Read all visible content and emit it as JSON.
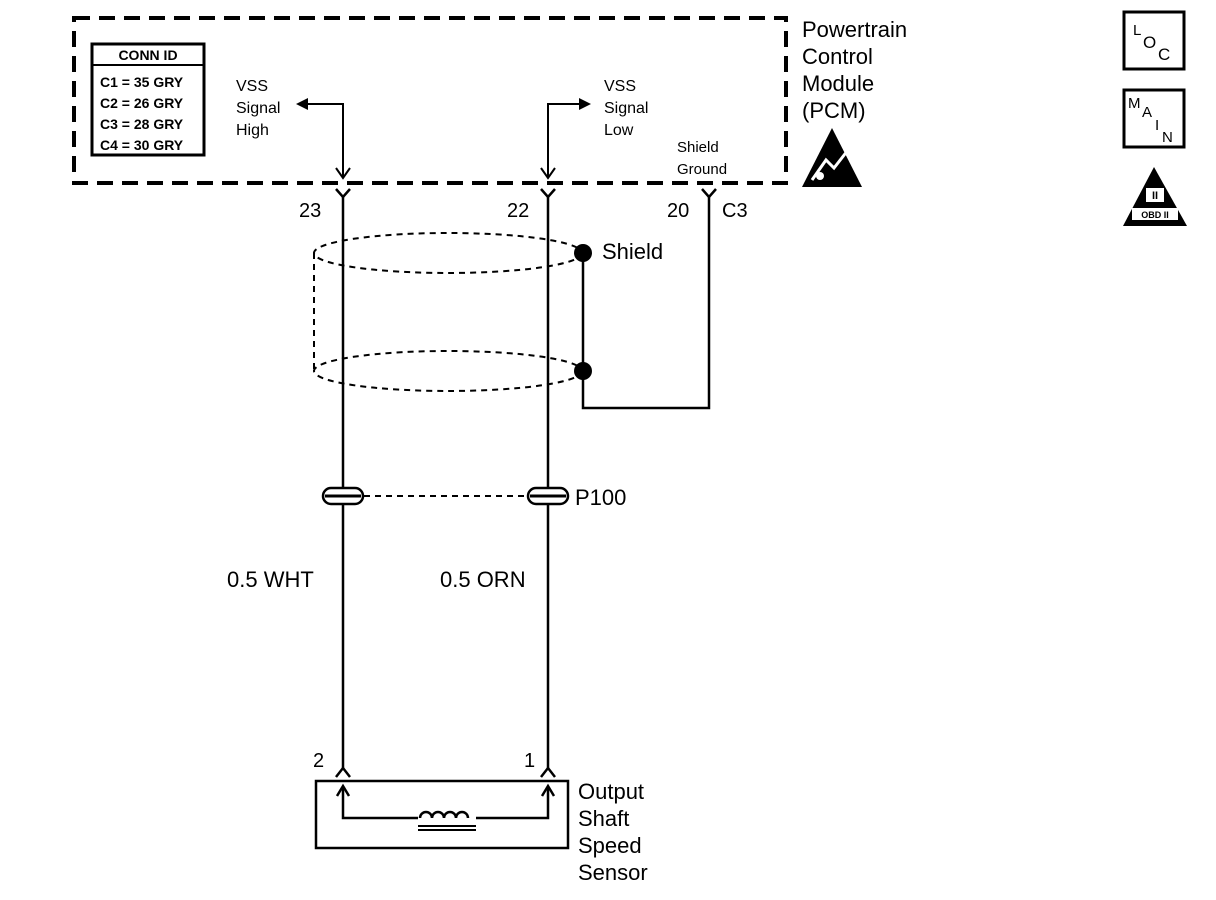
{
  "pcm": {
    "title_lines": [
      "Powertrain",
      "Control",
      "Module",
      "(PCM)"
    ]
  },
  "conn_table": {
    "header": "CONN ID",
    "rows": [
      "C1 = 35 GRY",
      "C2 = 26 GRY",
      "C3 = 28 GRY",
      "C4 = 30 GRY"
    ]
  },
  "signals": {
    "high": [
      "VSS",
      "Signal",
      "High"
    ],
    "low": [
      "VSS",
      "Signal",
      "Low"
    ],
    "ground": [
      "Shield",
      "Ground"
    ]
  },
  "pins": {
    "pin23": "23",
    "pin22": "22",
    "pin20": "20",
    "connector": "C3",
    "sensor_pin2": "2",
    "sensor_pin1": "1"
  },
  "shield_label": "Shield",
  "splice_label": "P100",
  "wires": {
    "left": "0.5 WHT",
    "right": "0.5 ORN"
  },
  "sensor": {
    "name_lines": [
      "Output",
      "Shaft",
      "Speed",
      "Sensor"
    ]
  },
  "badges": {
    "loc": [
      "L",
      "O",
      "C"
    ],
    "main": [
      "M",
      "A",
      "I",
      "N"
    ],
    "obd": [
      "II",
      "OBD II"
    ]
  }
}
